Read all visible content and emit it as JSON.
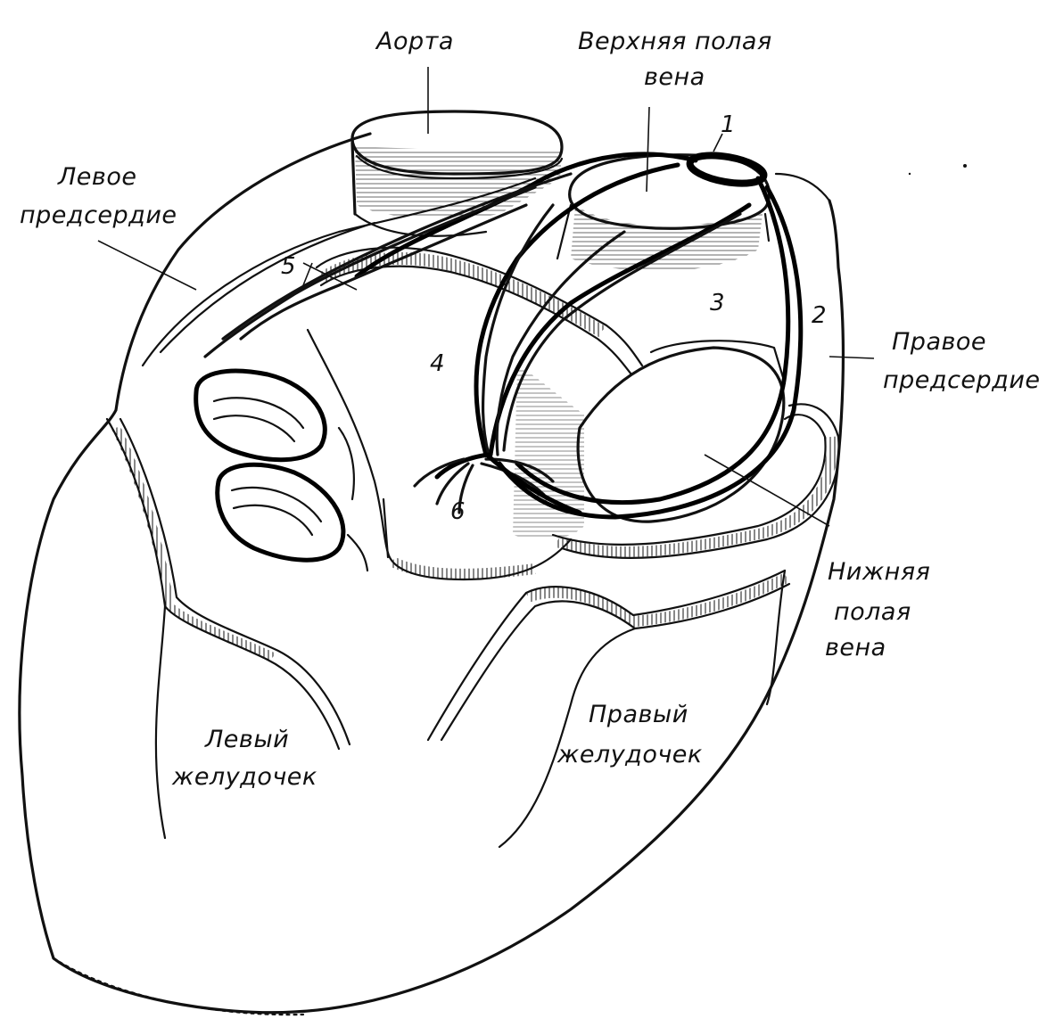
{
  "labels": {
    "aorta": "Аорта",
    "svc_line1": "Верхняя полая",
    "svc_line2": "вена",
    "la_line1": "Левое",
    "la_line2": "предсердие",
    "ra_line1": "Правое",
    "ra_line2": "предсердие",
    "ivc_line1": "Нижняя",
    "ivc_line2": "полая",
    "ivc_line3": "вена",
    "lv_line1": "Левый",
    "lv_line2": "желудочек",
    "rv_line1": "Правый",
    "rv_line2": "желудочек"
  },
  "numbers": {
    "n1": "1",
    "n2": "2",
    "n3": "3",
    "n4": "4",
    "n5": "5",
    "n6": "6"
  }
}
